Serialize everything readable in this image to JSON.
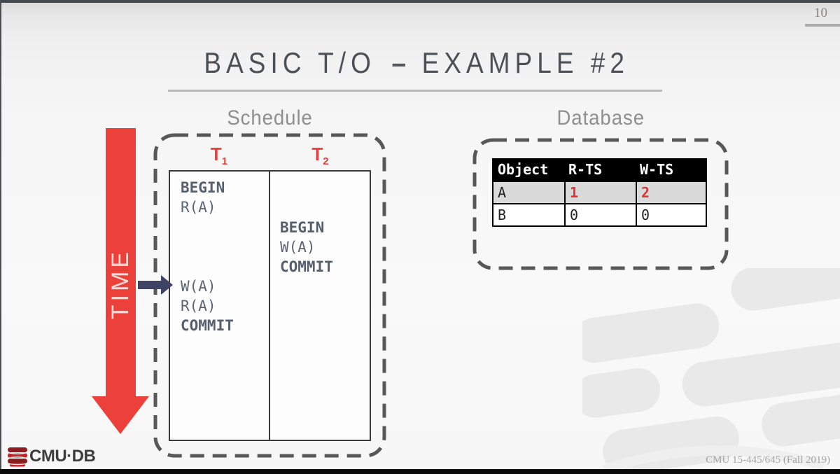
{
  "chrome": {
    "page_number": "10"
  },
  "title": {
    "part1": "BASIC T/O",
    "dash": "–",
    "part2": "EXAMPLE #2"
  },
  "time_arrow": {
    "label": "TIME"
  },
  "schedule": {
    "label": "Schedule",
    "t1": {
      "name": "T",
      "sub": "1"
    },
    "t2": {
      "name": "T",
      "sub": "2"
    },
    "t1_top": [
      "BEGIN",
      "R(A)"
    ],
    "t2_ops": [
      "BEGIN",
      "W(A)",
      "COMMIT"
    ],
    "t1_bottom": [
      "W(A)",
      "R(A)",
      "COMMIT"
    ]
  },
  "database": {
    "label": "Database",
    "headers": [
      "Object",
      "R-TS",
      "W-TS"
    ],
    "rows": [
      {
        "object": "A",
        "r_ts": "1",
        "w_ts": "2",
        "highlight": true
      },
      {
        "object": "B",
        "r_ts": "0",
        "w_ts": "0",
        "highlight": false
      }
    ]
  },
  "footer": {
    "logo_text": "CMU·DB",
    "course": "CMU 15-445/645 (Fall 2019)"
  },
  "colors": {
    "accent_red": "#ec403b",
    "value_red": "#e03531",
    "arrow_navy": "#3e4366",
    "table_header_bg": "#000000",
    "row_highlight": "#dadada",
    "watermark_gray": "#e9e9e9"
  }
}
